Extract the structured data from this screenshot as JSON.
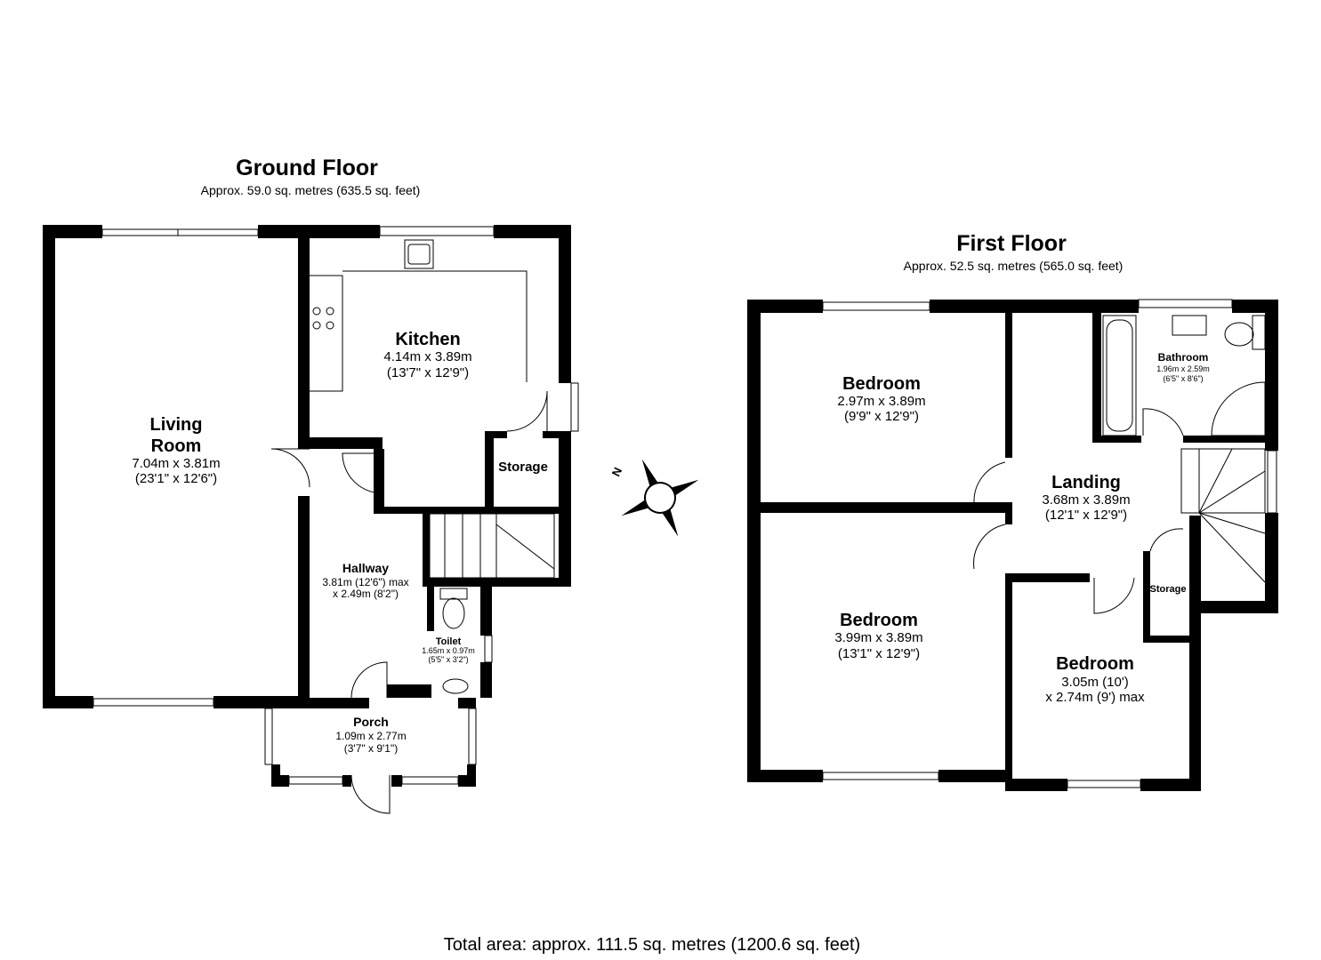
{
  "ground_floor": {
    "title": "Ground Floor",
    "area": "Approx. 59.0 sq. metres (635.5 sq. feet)",
    "rooms": {
      "living": {
        "name_1": "Living",
        "name_2": "Room",
        "dim": "7.04m x 3.81m",
        "imperial": "(23'1\" x 12'6\")"
      },
      "kitchen": {
        "name": "Kitchen",
        "dim": "4.14m x 3.89m",
        "imperial": "(13'7\" x 12'9\")"
      },
      "storage": {
        "name": "Storage"
      },
      "hallway": {
        "name": "Hallway",
        "dim": "3.81m (12'6\") max",
        "imperial": "x 2.49m (8'2\")"
      },
      "toilet": {
        "name": "Toilet",
        "dim": "1.65m x 0.97m",
        "imperial": "(5'5\" x 3'2\")"
      },
      "porch": {
        "name": "Porch",
        "dim": "1.09m x 2.77m",
        "imperial": "(3'7\" x 9'1\")"
      }
    }
  },
  "first_floor": {
    "title": "First Floor",
    "area": "Approx. 52.5 sq. metres (565.0 sq. feet)",
    "rooms": {
      "bedroom1": {
        "name": "Bedroom",
        "dim": "2.97m x 3.89m",
        "imperial": "(9'9\" x 12'9\")"
      },
      "bedroom2": {
        "name": "Bedroom",
        "dim": "3.99m x 3.89m",
        "imperial": "(13'1\" x 12'9\")"
      },
      "bedroom3": {
        "name": "Bedroom",
        "dim": "3.05m (10')",
        "imperial": "x 2.74m (9') max"
      },
      "landing": {
        "name": "Landing",
        "dim": "3.68m x 3.89m",
        "imperial": "(12'1\" x 12'9\")"
      },
      "bathroom": {
        "name": "Bathroom",
        "dim": "1.96m x 2.59m",
        "imperial": "(6'5\" x 8'6\")"
      },
      "storage": {
        "name": "Storage"
      }
    }
  },
  "compass": {
    "icon": "compass-north-icon",
    "label": "N"
  },
  "total_area": "Total area: approx. 111.5 sq. metres (1200.6 sq. feet)"
}
